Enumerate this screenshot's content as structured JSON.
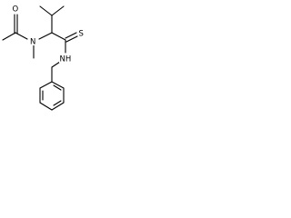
{
  "diagram": {
    "type": "chemical-structure",
    "atom_labels": {
      "acetyl_oxygen": "O",
      "amide_nitrogen": "N",
      "thio_sulfur": "S",
      "thioamide_nh": "NH"
    },
    "colors": {
      "bond": "#000000",
      "label": "#000000",
      "background": "#ffffff"
    }
  }
}
